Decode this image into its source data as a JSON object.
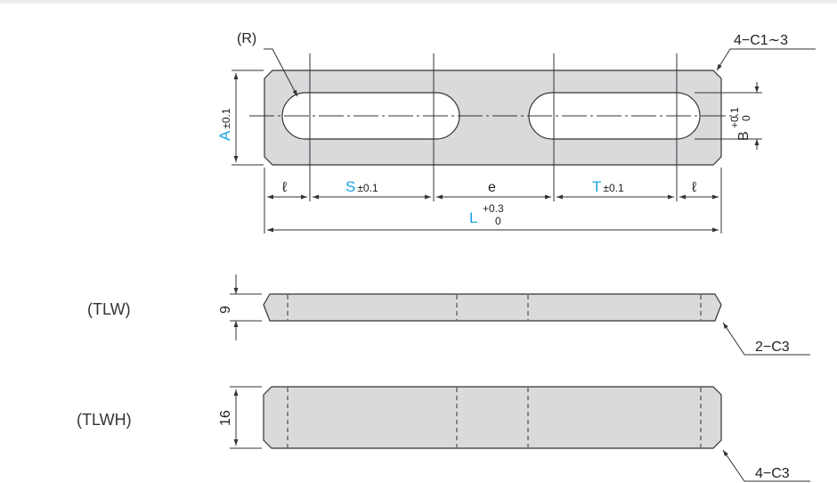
{
  "top_view": {
    "radius_label": "(R)",
    "chamfer_corner_label": "4−C1∼3",
    "dim_A": "A",
    "dim_A_tol": "±0.1",
    "dim_B": "B",
    "dim_B_tol_upper": "+0.1",
    "dim_B_tol_lower": "0",
    "dim_l": "ℓ",
    "dim_S": "S",
    "dim_S_tol": "±0.1",
    "dim_e": "e",
    "dim_T": "T",
    "dim_T_tol": "±0.1",
    "dim_L": "L",
    "dim_L_tol_upper": "+0.3",
    "dim_L_tol_lower": "0"
  },
  "tlw_view": {
    "name": "(TLW)",
    "thickness": "9",
    "chamfer_label": "2−C3"
  },
  "tlwh_view": {
    "name": "(TLWH)",
    "thickness": "16",
    "chamfer_label": "4−C3"
  },
  "colors": {
    "part_fill": "#d8dadc",
    "outline": "#333333",
    "accent": "#1aa3e0"
  }
}
